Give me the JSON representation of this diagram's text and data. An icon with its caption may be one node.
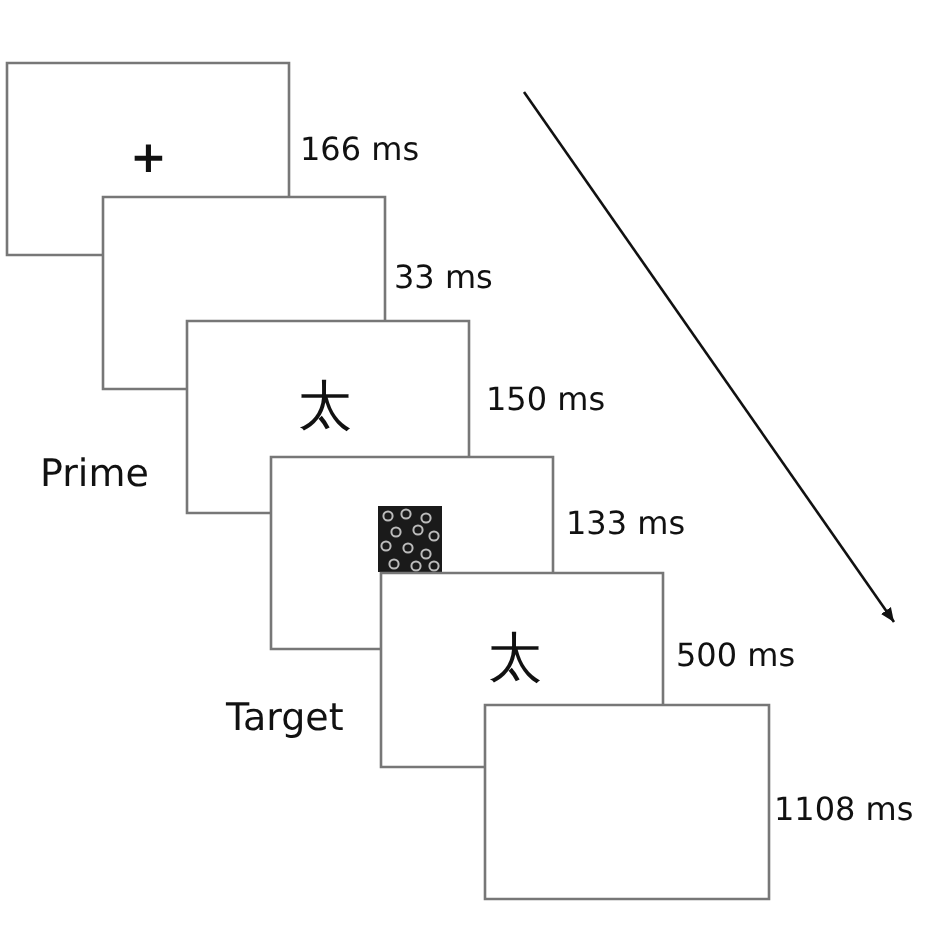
{
  "diagram": {
    "nodes": [
      {
        "text": [
          "+"
        ],
        "beside": [
          "166 ms"
        ]
      },
      {
        "text": [],
        "shape": "box",
        "beside": [
          "33 ms"
        ]
      },
      {
        "text": [
          "太"
        ],
        "beside": [
          "150 ms"
        ]
      },
      {
        "text": [],
        "shape": "box",
        "beside": [
          "133 ms"
        ]
      },
      {
        "text": [
          "太"
        ],
        "beside": [
          "500 ms"
        ]
      },
      {
        "text": [],
        "shape": "box",
        "beside": [
          "1108 ms"
        ]
      }
    ],
    "edges": [],
    "labels": [
      "Prime",
      "Target"
    ]
  }
}
